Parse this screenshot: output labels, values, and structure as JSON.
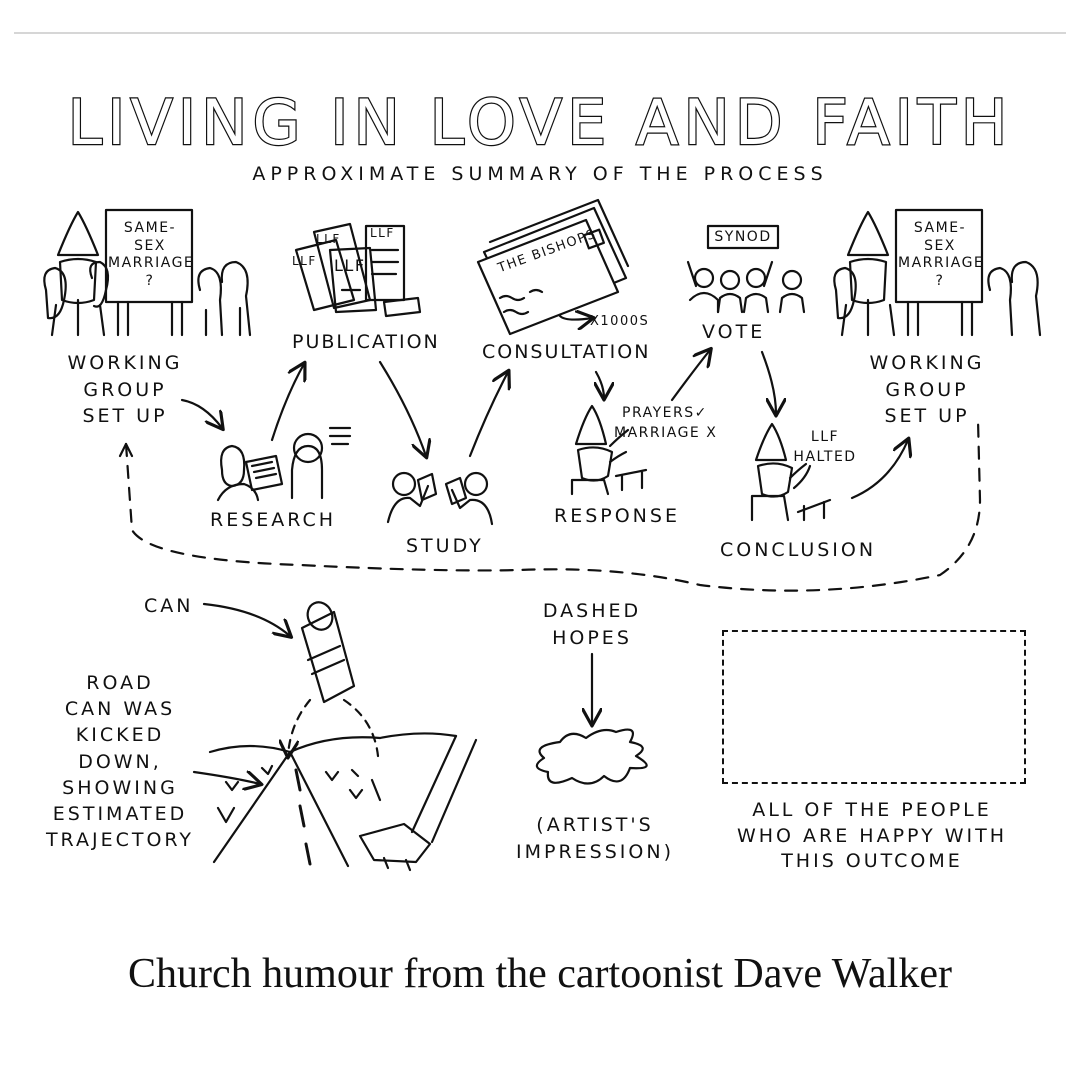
{
  "title": "LIVING IN LOVE AND FAITH",
  "subtitle": "APPROXIMATE SUMMARY OF THE PROCESS",
  "stages": {
    "working_group_start": [
      "WORKING",
      "GROUP",
      "SET UP"
    ],
    "research": "RESEARCH",
    "publication": "PUBLICATION",
    "study": "STUDY",
    "consultation": "CONSULTATION",
    "response": "RESPONSE",
    "vote": "VOTE",
    "conclusion": "CONCLUSION",
    "working_group_end": [
      "WORKING",
      "GROUP",
      "SET UP"
    ]
  },
  "signs": {
    "left": [
      "SAME-",
      "SEX",
      "MARRIAGE",
      "?"
    ],
    "right": [
      "SAME-",
      "SEX",
      "MARRIAGE",
      "?"
    ]
  },
  "booklets": [
    "LLF",
    "LLF",
    "LLF",
    "LLF"
  ],
  "letter_text": "THE BISHOPS",
  "letter_count": "X1000S",
  "synod_label": "SYNOD",
  "response_notes": [
    "PRAYERS✓",
    "MARRIAGE X"
  ],
  "conclusion_note": [
    "LLF",
    "HALTED"
  ],
  "can_label": "CAN",
  "road_label": [
    "ROAD",
    "CAN WAS",
    "KICKED",
    "DOWN,",
    "SHOWING",
    "ESTIMATED",
    "TRAJECTORY"
  ],
  "dashed_hopes_label": [
    "DASHED",
    "HOPES"
  ],
  "artist_impression": [
    "(ARTIST'S",
    "IMPRESSION)"
  ],
  "empty_box_label": [
    "ALL OF THE PEOPLE",
    "WHO ARE HAPPY WITH",
    "THIS OUTCOME"
  ],
  "caption": "Church humour from the cartoonist Dave Walker"
}
